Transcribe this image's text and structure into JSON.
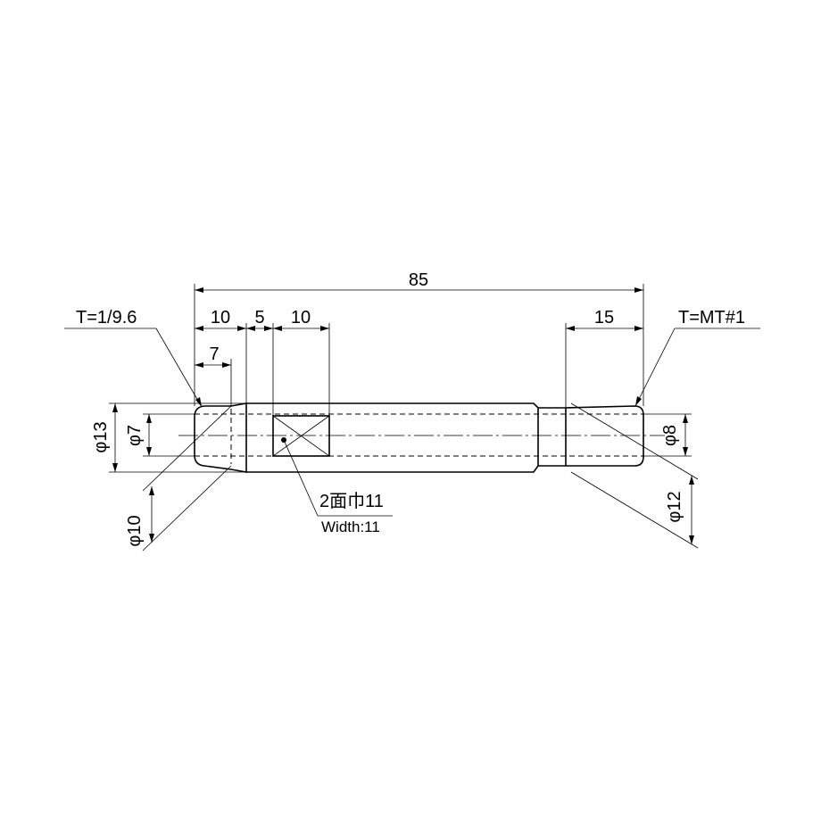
{
  "dimensions": {
    "overall_length": "85",
    "left_taper_length": "10",
    "step_length": "5",
    "flat_length": "10",
    "left_bore_depth": "7",
    "right_taper_length": "15"
  },
  "diameters": {
    "left_outer": "φ13",
    "left_bore": "φ7",
    "left_small": "φ10",
    "right_small": "φ8",
    "right_large": "φ12"
  },
  "notes": {
    "left_taper": "T=1/9.6",
    "right_taper": "T=MT#1",
    "flat_width_jp": "2面巾11",
    "flat_width_en": "Width:11"
  }
}
